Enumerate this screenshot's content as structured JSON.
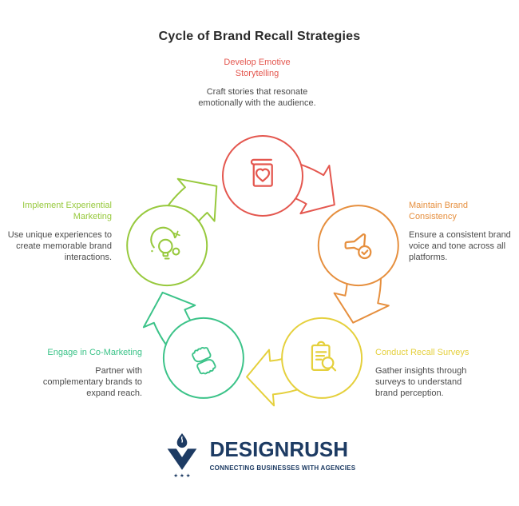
{
  "title": "Cycle of Brand Recall Strategies",
  "diagram": {
    "type": "cycle",
    "direction": "clockwise",
    "nodes": [
      {
        "position": "top",
        "label": "Develop Emotive Storytelling",
        "description": "Craft stories that resonate emotionally with the audience.",
        "color": "#e4574f",
        "icon": "book-heart-icon"
      },
      {
        "position": "right",
        "label": "Maintain Brand Consistency",
        "description": "Ensure a consistent brand voice and tone across all platforms.",
        "color": "#e68f3e",
        "icon": "megaphone-check-icon"
      },
      {
        "position": "bottom-right",
        "label": "Conduct Recall Surveys",
        "description": "Gather insights through surveys to understand brand perception.",
        "color": "#e5d03d",
        "icon": "survey-clipboard-magnifier-icon"
      },
      {
        "position": "bottom-left",
        "label": "Engage in Co-Marketing",
        "description": "Partner with complementary brands to expand reach.",
        "color": "#3cc389",
        "icon": "collaboration-hands-icon"
      },
      {
        "position": "left",
        "label": "Implement Experiential Marketing",
        "description": "Use unique experiences to create memorable brand interactions.",
        "color": "#97c93d",
        "icon": "idea-lightbulb-icon"
      }
    ]
  },
  "footer": {
    "brand": "DESIGNRUSH",
    "tagline": "CONNECTING BUSINESSES WITH AGENCIES",
    "stars": "★ ★ ★",
    "color": "#1d3b63"
  },
  "colors": {
    "background": "#ffffff",
    "title_text": "#2a2a2a",
    "body_text": "#4b4b4b"
  }
}
